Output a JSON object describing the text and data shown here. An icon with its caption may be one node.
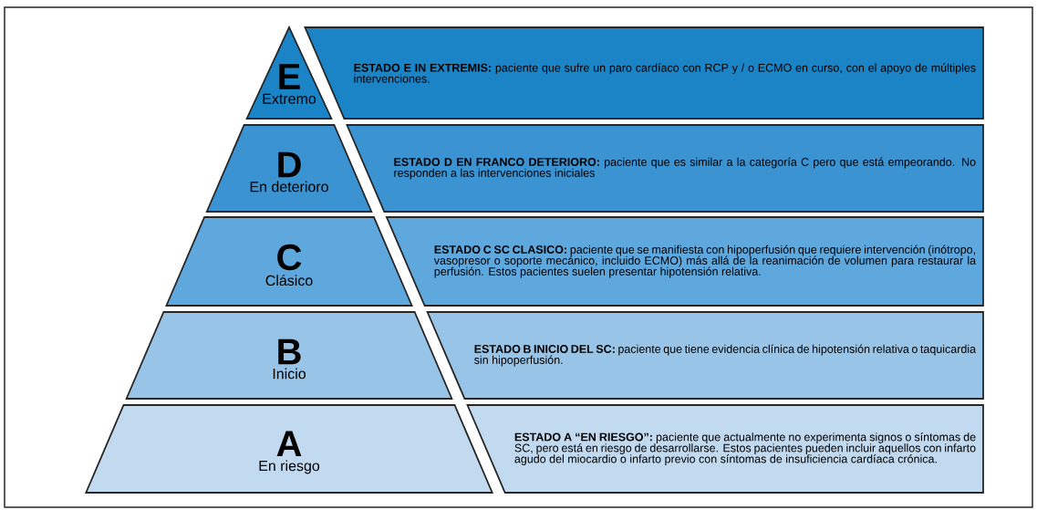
{
  "diagram": {
    "nodes": [
      {
        "text": [
          "E",
          "Extremo"
        ]
      },
      {
        "text": [
          "**ESTADO E IN EXTREMIS:** paciente que sufre un paro cardíaco con RCP y / o ECMO en curso, con el apoyo de múltiples intervenciones."
        ]
      },
      {
        "text": [
          "D",
          "En deterioro"
        ]
      },
      {
        "text": [
          "**ESTADO D EN FRANCO DETERIORO:** paciente que es similar a la categoría C pero que está empeorando. No responden a las intervenciones iniciales"
        ]
      },
      {
        "text": [
          "C",
          "Clásico"
        ]
      },
      {
        "text": [
          "**ESTADO C SC CLASICO:** paciente que se manifiesta con hipoperfusión que requiere intervención (inótropo, vasopresor o soporte mecánico, incluido ECMO) más allá de la reanimación de volumen para restaurar la perfusión. Estos pacientes suelen presentar hipotensión relativa."
        ]
      },
      {
        "text": [
          "B",
          "Inicio"
        ]
      },
      {
        "text": [
          "**ESTADO B INICIO DEL SC:** paciente que tiene evidencia clínica de hipotensión relativa o taquicardia sin hipoperfusión."
        ]
      },
      {
        "text": [
          "A",
          "En riesgo"
        ]
      },
      {
        "text": [
          "**ESTADO A “EN RIESGO”:** paciente que actualmente no experimenta signos o síntomas de SC, pero está en riesgo de desarrollarse. Estos pacientes pueden incluir aquellos con infarto agudo del miocardio o infarto previo con síntomas de insuficiencia cardíaca crónica."
        ]
      }
    ],
    "edges": []
  }
}
